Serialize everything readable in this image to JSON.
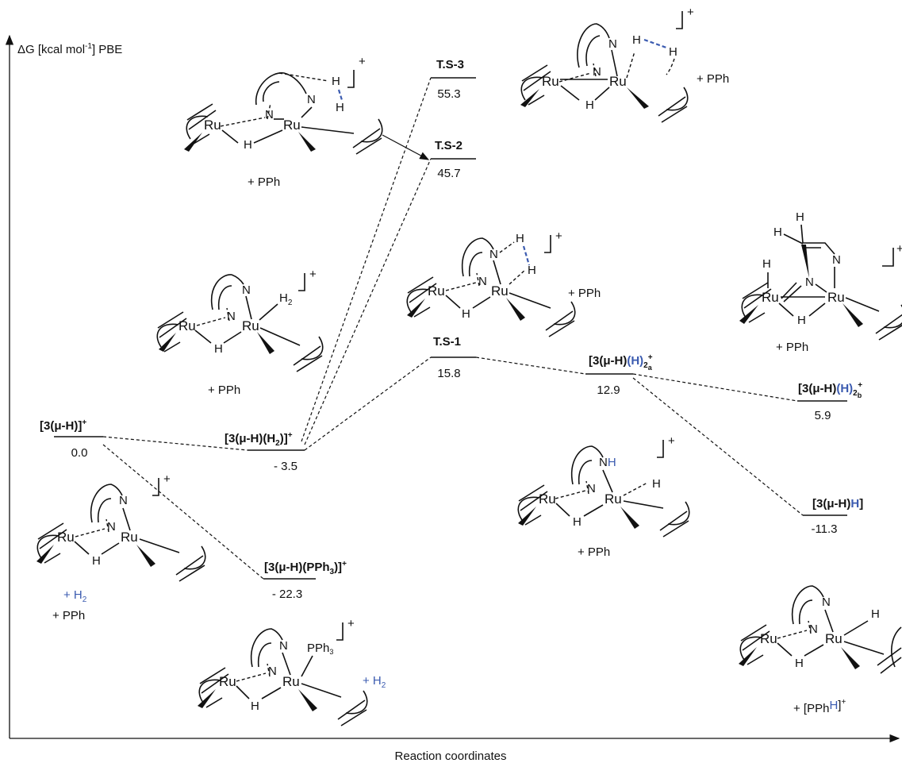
{
  "axis": {
    "y_label_prefix": "ΔG [kcal mol",
    "y_label_sup": "-1",
    "y_label_suffix": "] PBE",
    "x_label": "Reaction coordinates"
  },
  "states": {
    "s0": {
      "label": "[3(μ-H)]",
      "sup": "+",
      "energy": "0.0"
    },
    "s1": {
      "label": "[3(μ-H)(H",
      "sub": "2",
      "label_end": ")]",
      "sup": "+",
      "energy": "- 3.5"
    },
    "s2": {
      "label": "[3(μ-H)(PPh",
      "sub": "3",
      "label_end": ")]",
      "sup": "+",
      "energy": "- 22.3"
    },
    "ts1": {
      "label": "T.S-1",
      "energy": "15.8"
    },
    "ts2": {
      "label": "T.S-2",
      "energy": "45.7"
    },
    "ts3": {
      "label": "T.S-3",
      "energy": "55.3"
    },
    "s3a": {
      "label": "[3(μ-H)",
      "blue": "(H)",
      "sub": "2",
      "subsub": "a",
      "sup": "+",
      "energy": "12.9"
    },
    "s3b": {
      "label": "[3(μ-H)",
      "blue": "(H)",
      "sub": "2",
      "subsub": "b",
      "sup": "+",
      "energy": "5.9"
    },
    "s4": {
      "label": "[3(μ-H)",
      "blue": "H",
      "label_end": "]",
      "energy": "-11.3"
    }
  },
  "structures": {
    "ru": "Ru",
    "n": "N",
    "h": "H",
    "nh": "NH",
    "h2": "H",
    "h2_sub": "2",
    "pph3": "PPh",
    "pph3_sub": "3",
    "charge": "+"
  },
  "captions": {
    "plus_pph3": "+ PPh",
    "plus_h2": "+ H",
    "pph3h_prefix": "+ [PPh",
    "pph3h_blue": "H",
    "pph3h_end": "]"
  },
  "colors": {
    "accent_blue": "#3b5bb0",
    "line": "#111111"
  }
}
